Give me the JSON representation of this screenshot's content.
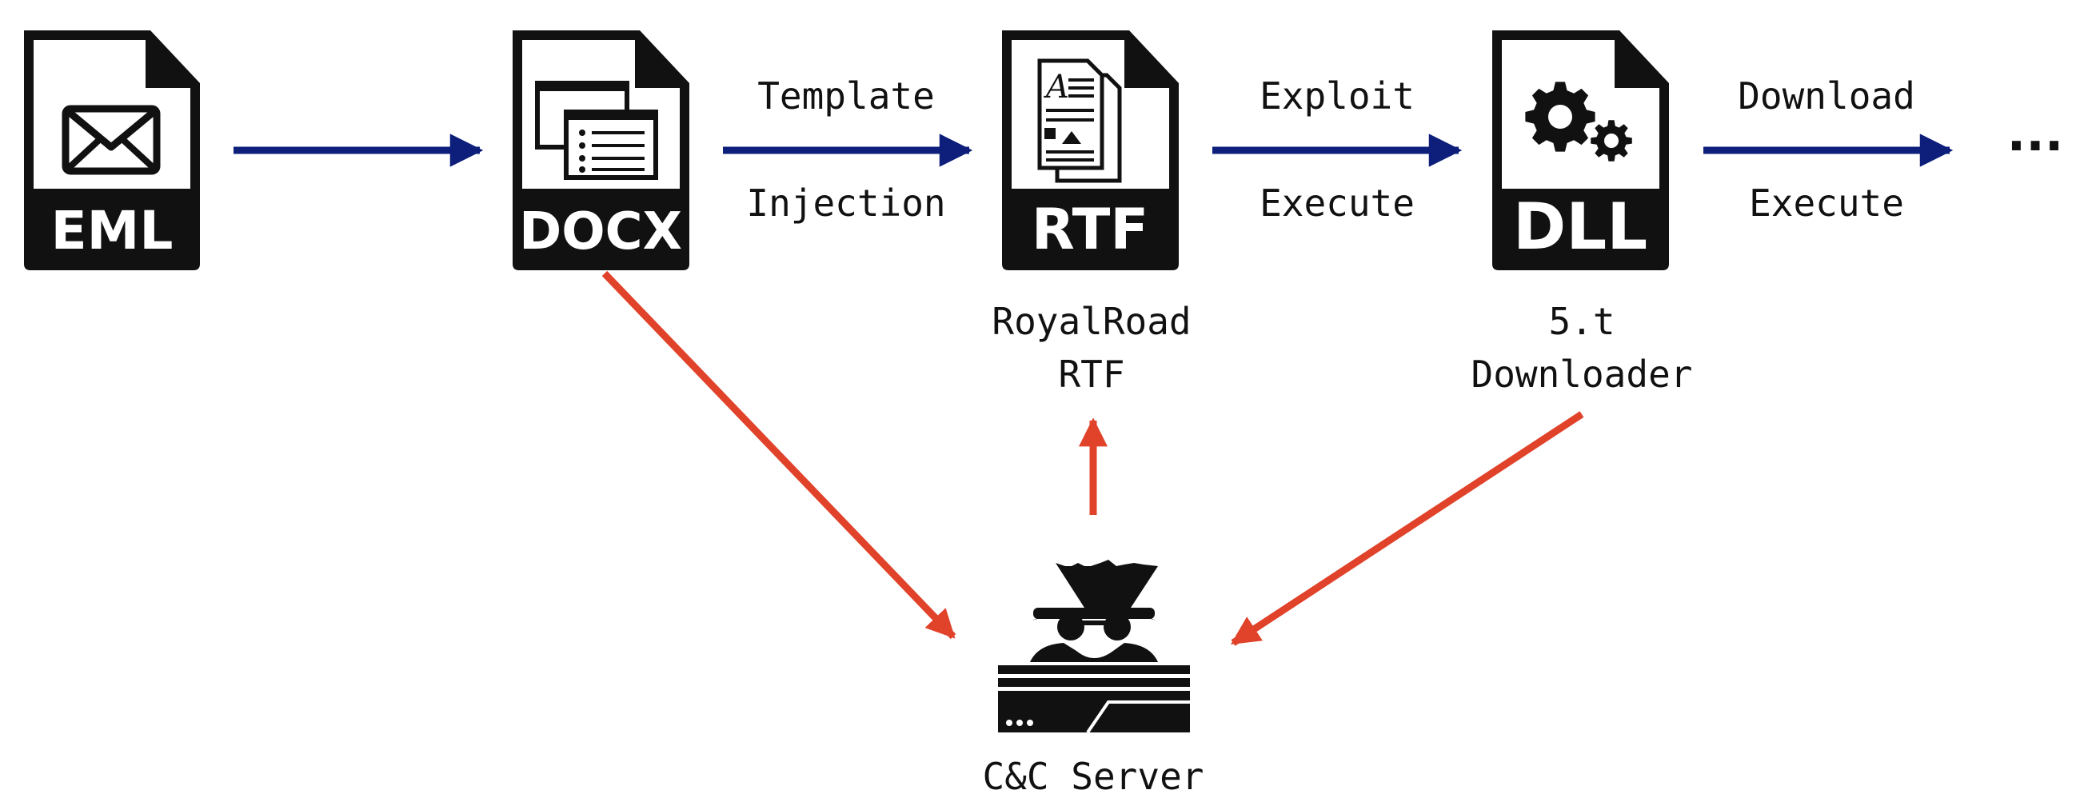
{
  "colors": {
    "flow_arrow": "#0d1f7a",
    "c2_arrow": "#e0422a",
    "icon": "#111111",
    "background": "#ffffff"
  },
  "files": {
    "eml": {
      "badge": "EML",
      "icon": "envelope-icon"
    },
    "docx": {
      "badge": "DOCX",
      "icon": "document-windows-icon"
    },
    "rtf": {
      "badge": "RTF",
      "icon": "rtf-document-icon",
      "caption": [
        "RoyalRoad",
        "RTF"
      ]
    },
    "dll": {
      "badge": "DLL",
      "icon": "gears-icon",
      "caption": [
        "5.t",
        "Downloader"
      ]
    }
  },
  "edges": {
    "docx_to_rtf": {
      "top": "Template",
      "bottom": "Injection"
    },
    "rtf_to_dll": {
      "top": "Exploit",
      "bottom": "Execute"
    },
    "dll_to_next": {
      "top": "Download",
      "bottom": "Execute"
    }
  },
  "continuation": "...",
  "server": {
    "label": "C&C Server",
    "icon": "hacker-server-icon"
  }
}
